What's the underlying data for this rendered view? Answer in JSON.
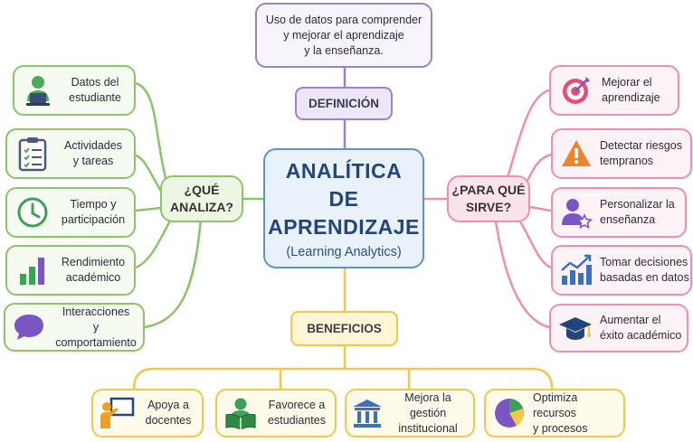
{
  "center": {
    "title_lines": [
      "ANALÍTICA",
      "DE",
      "APRENDIZAJE"
    ],
    "subtitle": "(Learning Analytics)"
  },
  "definition": {
    "label": "DEFINICIÓN",
    "text_lines": [
      "Uso de datos para comprender",
      "y mejorar el aprendizaje",
      "y la enseñanza."
    ]
  },
  "analiza": {
    "label_lines": [
      "¿QUÉ",
      "ANALIZA?"
    ],
    "items": [
      {
        "icon": "student-laptop-icon",
        "lines": [
          "Datos del",
          "estudiante"
        ]
      },
      {
        "icon": "clipboard-checklist-icon",
        "lines": [
          "Actividades",
          "y tareas"
        ]
      },
      {
        "icon": "clock-icon",
        "lines": [
          "Tiempo y",
          "participación"
        ]
      },
      {
        "icon": "bar-chart-icon",
        "lines": [
          "Rendimiento",
          "académico"
        ]
      },
      {
        "icon": "speech-bubble-icon",
        "lines": [
          "Interacciones",
          "y comportamiento"
        ]
      }
    ]
  },
  "sirve": {
    "label_lines": [
      "¿PARA QUÉ",
      "SIRVE?"
    ],
    "items": [
      {
        "icon": "target-icon",
        "lines": [
          "Mejorar el",
          "aprendizaje"
        ]
      },
      {
        "icon": "warning-icon",
        "lines": [
          "Detectar riesgos",
          "tempranos"
        ]
      },
      {
        "icon": "user-star-icon",
        "lines": [
          "Personalizar la",
          "enseñanza"
        ]
      },
      {
        "icon": "growth-chart-icon",
        "lines": [
          "Tomar decisiones",
          "basadas en datos"
        ]
      },
      {
        "icon": "graduation-cap-icon",
        "lines": [
          "Aumentar el",
          "éxito académico"
        ]
      }
    ]
  },
  "beneficios": {
    "label": "BENEFICIOS",
    "items": [
      {
        "icon": "teacher-board-icon",
        "lines": [
          "Apoya a",
          "docentes"
        ]
      },
      {
        "icon": "student-reading-icon",
        "lines": [
          "Favorece a",
          "estudiantes"
        ]
      },
      {
        "icon": "institution-building-icon",
        "lines": [
          "Mejora la gestión",
          "institucional"
        ]
      },
      {
        "icon": "pie-chart-icon",
        "lines": [
          "Optimiza recursos",
          "y procesos"
        ]
      }
    ]
  },
  "colors": {
    "green": "#8dc36a",
    "pink": "#ef8fae",
    "yellow": "#f1c84c",
    "purple": "#9a84c8",
    "blue": "#5e95c8"
  }
}
